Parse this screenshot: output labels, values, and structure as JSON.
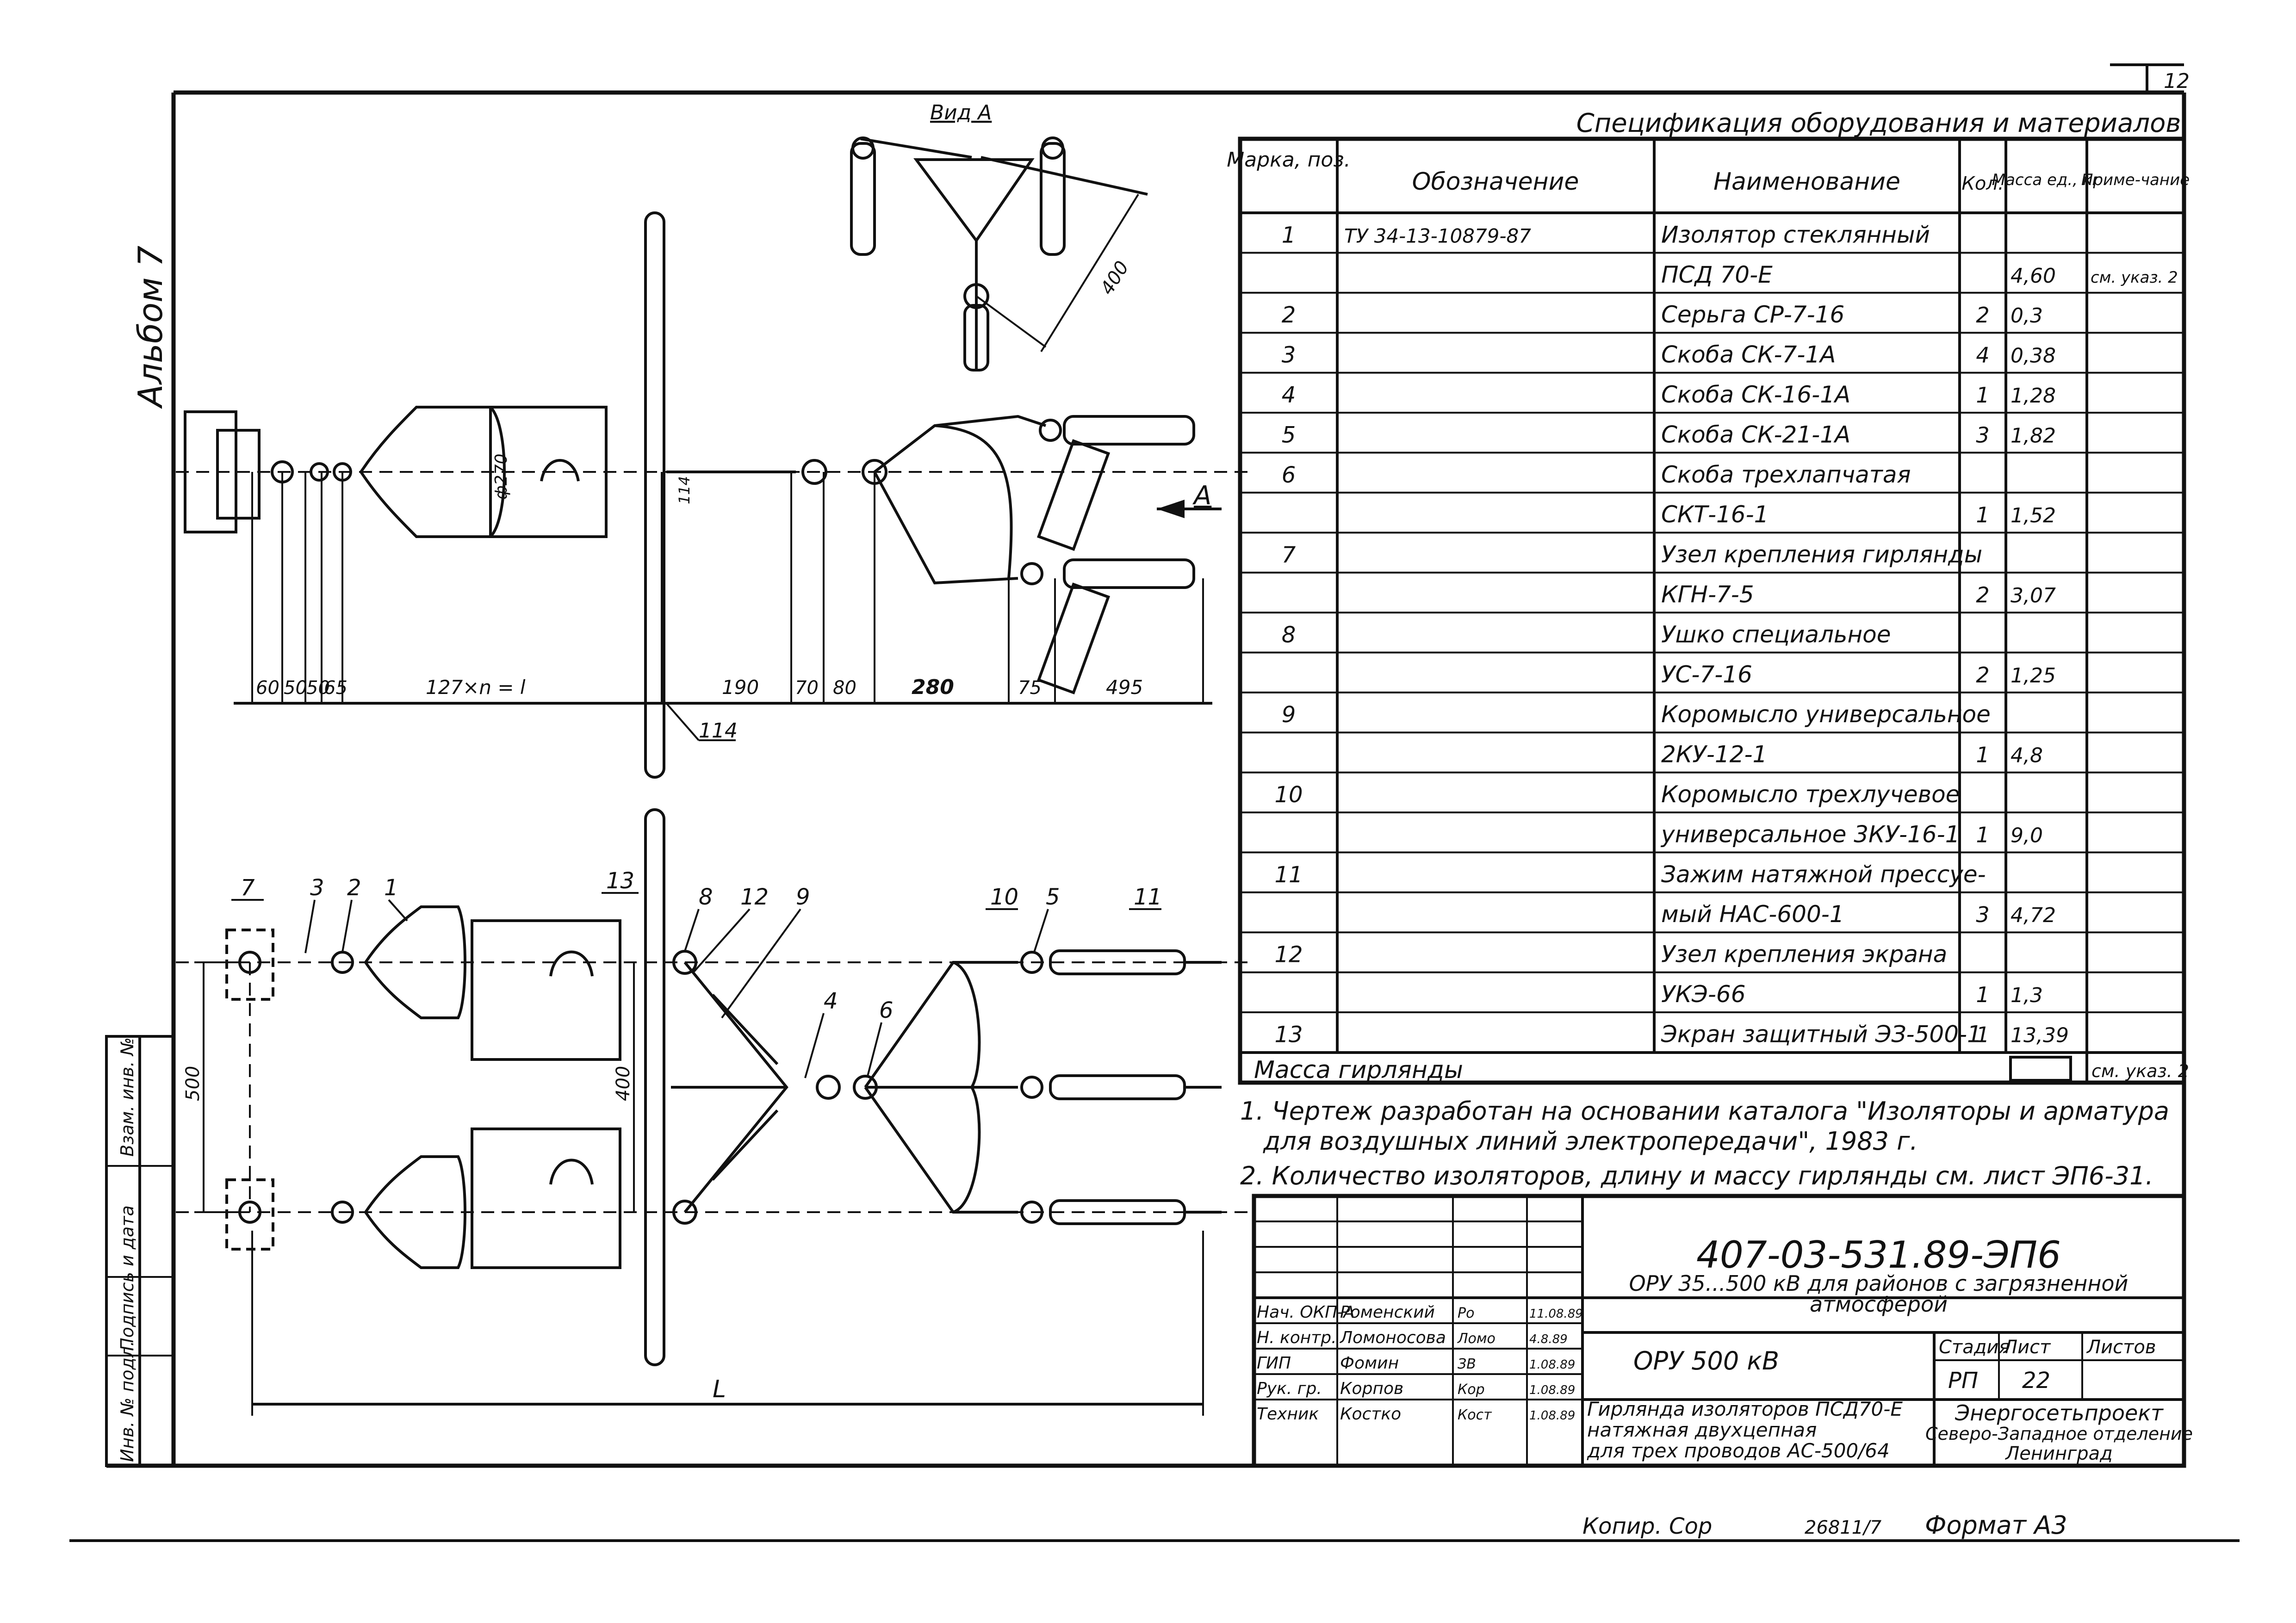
{
  "sheet": {
    "corner_number": "12",
    "album": "Альбом 7",
    "view_label": "Вид А",
    "arrow_label": "А"
  },
  "dimensions": {
    "view_a_400": "400",
    "d270": "ф270",
    "d114_top": "114",
    "top_chain": [
      "60",
      "50",
      "50",
      "65",
      "127×n = l",
      "190",
      "70",
      "80",
      "280",
      "75",
      "495"
    ],
    "callout_114": "114",
    "vertical_500": "500",
    "vertical_400": "400",
    "overall": "L"
  },
  "callouts": [
    "7",
    "3",
    "2",
    "1",
    "13",
    "8",
    "12",
    "9",
    "10",
    "5",
    "11",
    "4",
    "6"
  ],
  "spec": {
    "title": "Спецификация оборудования и материалов",
    "headers": [
      "Марка, поз.",
      "Обозначение",
      "Наименование",
      "Кол.",
      "Масса ед., кг",
      "Приме-чание"
    ],
    "rows": [
      [
        "1",
        "ТУ 34-13-10879-87",
        "Изолятор стеклянный",
        "",
        "",
        ""
      ],
      [
        "",
        "",
        "ПСД 70-Е",
        "",
        "4,60",
        "см. указ. 2"
      ],
      [
        "2",
        "",
        "Серьга СР-7-16",
        "2",
        "0,3",
        ""
      ],
      [
        "3",
        "",
        "Скоба СК-7-1А",
        "4",
        "0,38",
        ""
      ],
      [
        "4",
        "",
        "Скоба СК-16-1А",
        "1",
        "1,28",
        ""
      ],
      [
        "5",
        "",
        "Скоба СК-21-1А",
        "3",
        "1,82",
        ""
      ],
      [
        "6",
        "",
        "Скоба трехлапчатая",
        "",
        "",
        ""
      ],
      [
        "",
        "",
        "СКТ-16-1",
        "1",
        "1,52",
        ""
      ],
      [
        "7",
        "",
        "Узел крепления гирлянды",
        "",
        "",
        ""
      ],
      [
        "",
        "",
        "КГН-7-5",
        "2",
        "3,07",
        ""
      ],
      [
        "8",
        "",
        "Ушко специальное",
        "",
        "",
        ""
      ],
      [
        "",
        "",
        "УС-7-16",
        "2",
        "1,25",
        ""
      ],
      [
        "9",
        "",
        "Коромысло универсальное",
        "",
        "",
        ""
      ],
      [
        "",
        "",
        "2КУ-12-1",
        "1",
        "4,8",
        ""
      ],
      [
        "10",
        "",
        "Коромысло трехлучевое",
        "",
        "",
        ""
      ],
      [
        "",
        "",
        "универсальное 3КУ-16-1",
        "1",
        "9,0",
        ""
      ],
      [
        "11",
        "",
        "Зажим натяжной прессуе-",
        "",
        "",
        ""
      ],
      [
        "",
        "",
        "мый НАС-600-1",
        "3",
        "4,72",
        ""
      ],
      [
        "12",
        "",
        "Узел крепления экрана",
        "",
        "",
        ""
      ],
      [
        "",
        "",
        "УКЭ-66",
        "1",
        "1,3",
        ""
      ],
      [
        "13",
        "",
        "Экран защитный ЭЗ-500-1",
        "1",
        "13,39",
        ""
      ]
    ],
    "total_label": "Масса гирлянды",
    "total_note": "см. указ. 2"
  },
  "notes": [
    "1. Чертеж разработан на основании каталога \"Изоляторы и арматура",
    "для воздушных линий электропередачи\", 1983 г.",
    "2. Количество изоляторов, длину и массу гирлянды см. лист ЭП6-31."
  ],
  "title_block": {
    "code": "407-03-531.89-ЭП6",
    "project": [
      "ОРУ 35...500 кВ для районов с загрязненной",
      "атмосферой"
    ],
    "object": "ОРУ 500 кВ",
    "stage_headers": [
      "Стадия",
      "Лист",
      "Листов"
    ],
    "stage_values": [
      "РП",
      "22",
      ""
    ],
    "sheet_title": [
      "Гирлянда изоляторов ПСД70-Е",
      "натяжная двухцепная",
      "для трех проводов АС-500/64"
    ],
    "org": [
      "Энергосетьпроект",
      "Северо-Западное отделение",
      "Ленинград"
    ],
    "roles": [
      {
        "role": "Нач. ОКП-А",
        "name": "Роменский",
        "sign": "Ро",
        "date": "11.08.89"
      },
      {
        "role": "Н. контр.",
        "name": "Ломоносова",
        "sign": "Ломо",
        "date": "4.8.89"
      },
      {
        "role": "ГИП",
        "name": "Фомин",
        "sign": "ЗВ",
        "date": "1.08.89"
      },
      {
        "role": "Рук. гр.",
        "name": "Корпов",
        "sign": "Кор",
        "date": "1.08.89"
      },
      {
        "role": "Техник",
        "name": "Костко",
        "sign": "Кост",
        "date": "1.08.89"
      }
    ]
  },
  "side_stamp": [
    "Инв. № подл.",
    "Подпись и дата",
    "Взам. инв. №"
  ],
  "footer": {
    "copied": "Копир. Сор",
    "number": "26811/7",
    "format": "Формат А3"
  }
}
